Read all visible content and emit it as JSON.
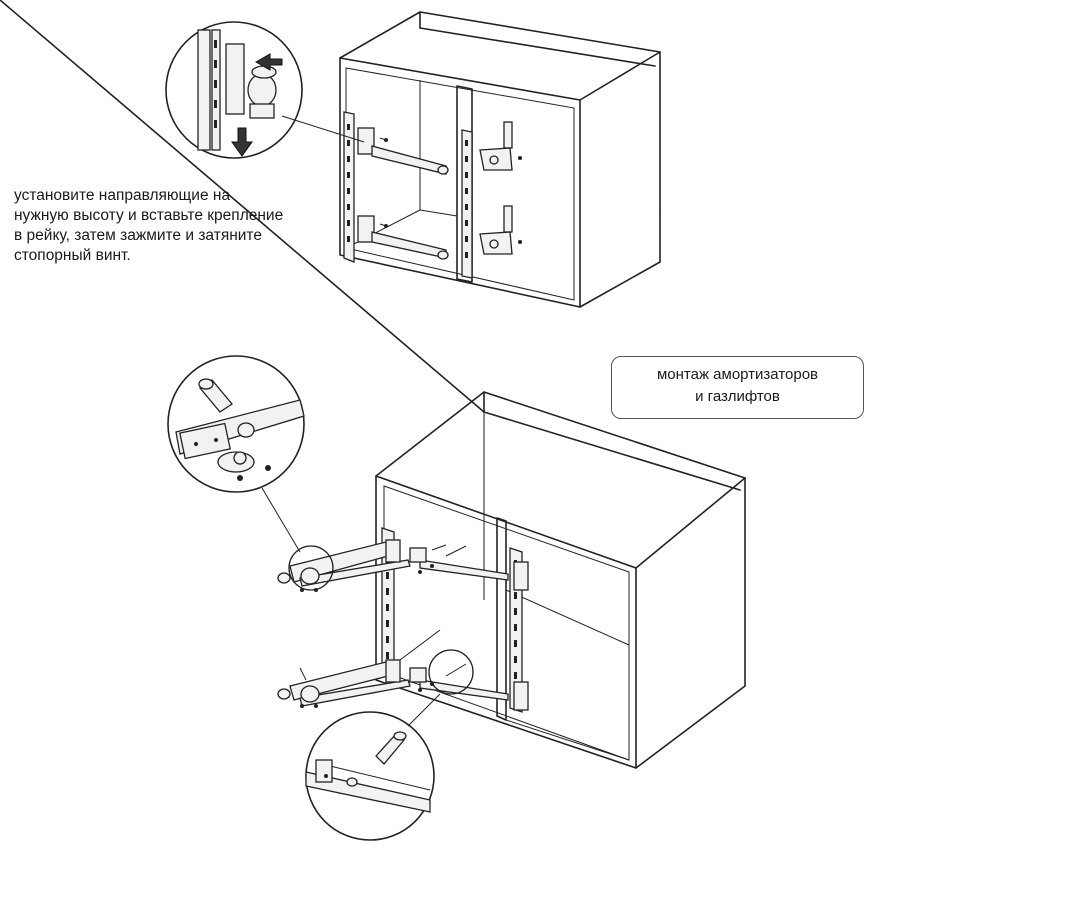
{
  "instruction": {
    "lines": [
      "установите направляющие на",
      "нужную высоту и вставьте крепление",
      "в рейку, затем зажмите и затяните",
      "стопорный винт."
    ]
  },
  "label": {
    "lines": [
      "монтаж амортизаторов",
      "и газлифтов"
    ]
  },
  "icons": {
    "arrow_in": "arrow-left-icon",
    "arrow_down": "arrow-down-icon"
  }
}
